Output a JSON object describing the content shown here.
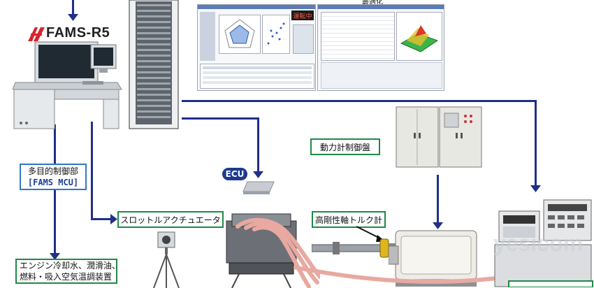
{
  "logo": {
    "text": "FAMS-R5"
  },
  "screen": {
    "top_label": "最適化",
    "status_badge": "運転中"
  },
  "labels": {
    "mcu_line1": "多目的制御部",
    "mcu_line2": "[FAMS MCU]",
    "ecu": "ECU",
    "dyno_panel": "動力計制御盤",
    "throttle": "スロットルアクチュエータ",
    "torque_meter": "高剛性軸トルク計",
    "conditioner_line1": "エンジン冷却水、潤滑油、",
    "conditioner_line2": "燃料・吸入空気温調装置"
  },
  "watermark": {
    "text": "yesicom"
  },
  "colors": {
    "line": "#1f2f8a",
    "green_border": "#1e8a46",
    "blue_border": "#2f78c8",
    "ecu_badge": "#1d3a8e"
  }
}
